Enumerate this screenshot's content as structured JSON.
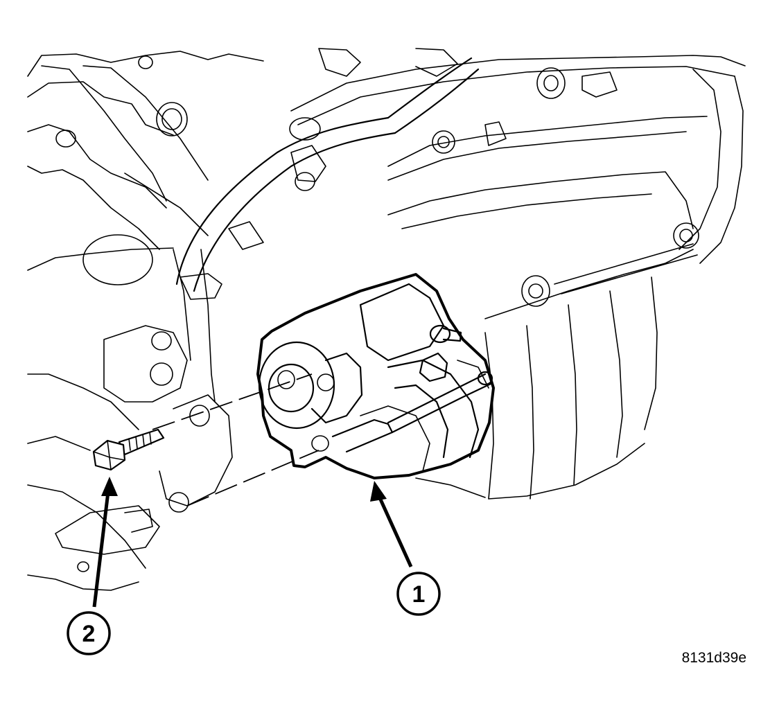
{
  "callouts": [
    {
      "id": "1",
      "label": "1"
    },
    {
      "id": "2",
      "label": "2"
    }
  ],
  "figure_code": "8131d39e",
  "colors": {
    "line": "#000000",
    "background": "#ffffff"
  }
}
